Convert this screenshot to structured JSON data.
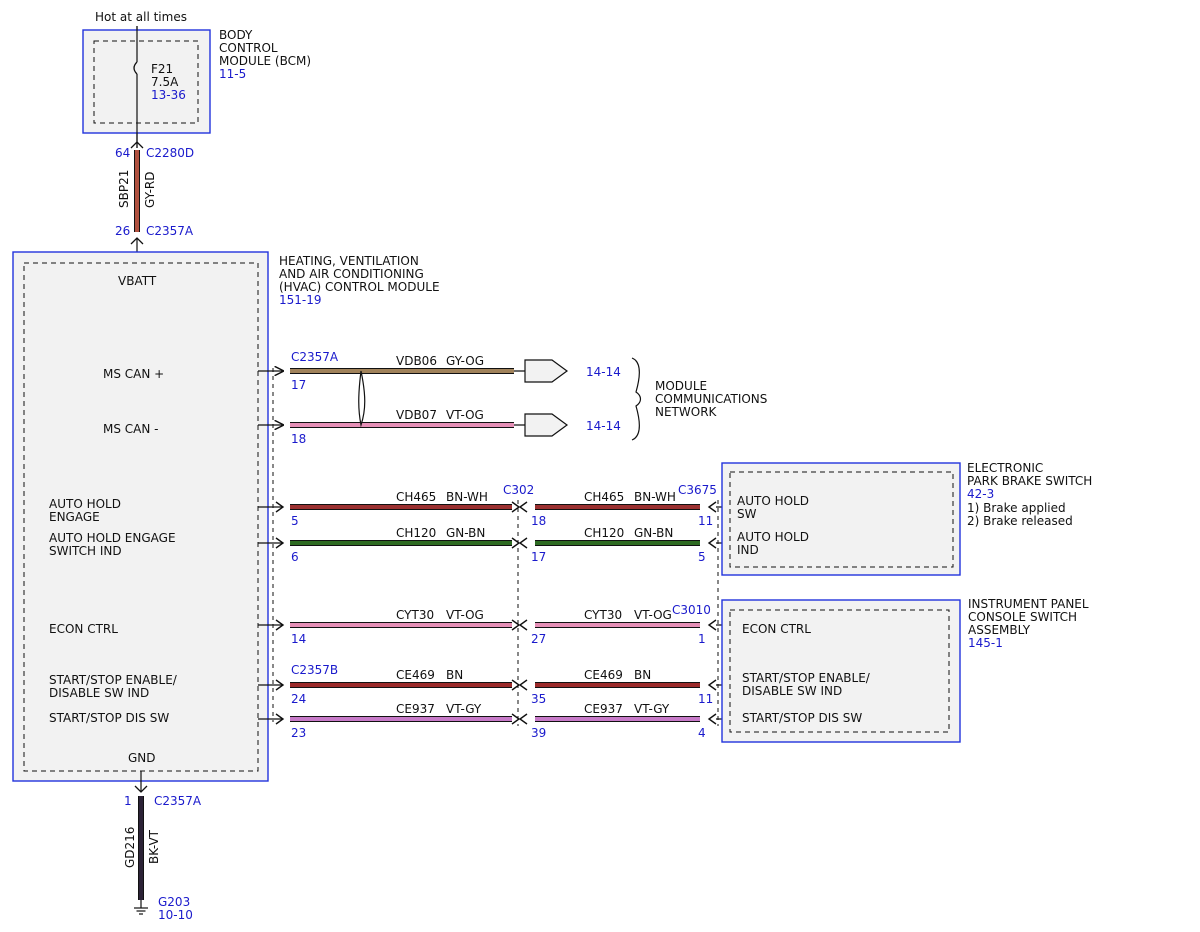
{
  "top": {
    "power": "Hot at all times"
  },
  "bcm": {
    "title": [
      "BODY",
      "CONTROL",
      "MODULE (BCM)"
    ],
    "ref": "11-5",
    "fuse": {
      "name": "F21",
      "rating": "7.5A",
      "ref": "13-36"
    }
  },
  "feed_wire": {
    "pin_top": "64",
    "conn_top": "C2280D",
    "circuit": "SBP21",
    "color": "GY-RD",
    "color_hex": "#b0513f",
    "pin_bottom": "26",
    "conn_bottom": "C2357A"
  },
  "hvac": {
    "title": [
      "HEATING, VENTILATION",
      "AND AIR CONDITIONING",
      "(HVAC) CONTROL MODULE"
    ],
    "ref": "151-19",
    "vbatt": "VBATT",
    "gnd": "GND",
    "pins": {
      "ms_can_plus": "MS CAN +",
      "ms_can_minus": "MS CAN -",
      "auto_hold_engage": [
        "AUTO HOLD",
        "ENGAGE"
      ],
      "auto_hold_engage_ind": [
        "AUTO HOLD ENGAGE",
        "SWITCH IND"
      ],
      "econ_ctrl": "ECON CTRL",
      "ss_enable": [
        "START/STOP ENABLE/",
        "DISABLE SW IND"
      ],
      "ss_dis": "START/STOP DIS SW"
    }
  },
  "can": {
    "conn": "C2357A",
    "wires": [
      {
        "pin": "17",
        "circuit": "VDB06",
        "color": "GY-OG",
        "hex": "#a0825a",
        "ref": "14-14"
      },
      {
        "pin": "18",
        "circuit": "VDB07",
        "color": "VT-OG",
        "hex": "#e58fb6",
        "ref": "14-14"
      }
    ],
    "network": [
      "MODULE",
      "COMMUNICATIONS",
      "NETWORK"
    ]
  },
  "c302": "C302",
  "conn_b": "C2357B",
  "wires": [
    {
      "lpin": "5",
      "circuit": "CH465",
      "color": "BN-WH",
      "mid_l": "18",
      "rpin": "11",
      "hex": "#9b3030"
    },
    {
      "lpin": "6",
      "circuit": "CH120",
      "color": "GN-BN",
      "mid_l": "17",
      "rpin": "5",
      "hex": "#2e6b22"
    },
    {
      "lpin": "14",
      "circuit": "CYT30",
      "color": "VT-OG",
      "mid_l": "27",
      "rpin": "1",
      "hex": "#e58fb6"
    },
    {
      "lpin": "24",
      "circuit": "CE469",
      "color": "BN",
      "mid_l": "35",
      "rpin": "11",
      "hex": "#9b2a2a"
    },
    {
      "lpin": "23",
      "circuit": "CE937",
      "color": "VT-GY",
      "mid_l": "39",
      "rpin": "4",
      "hex": "#c77ac8"
    }
  ],
  "epb": {
    "conn": "C3675",
    "title": [
      "ELECTRONIC",
      "PARK BRAKE SWITCH"
    ],
    "ref": "42-3",
    "notes": [
      "1) Brake applied",
      "2) Brake released"
    ],
    "pin1": [
      "AUTO HOLD",
      "SW"
    ],
    "pin2": [
      "AUTO HOLD",
      "IND"
    ]
  },
  "ipcs": {
    "conn": "C3010",
    "title": [
      "INSTRUMENT PANEL",
      "CONSOLE SWITCH",
      "ASSEMBLY"
    ],
    "ref": "145-1",
    "pin1": "ECON CTRL",
    "pin2": [
      "START/STOP ENABLE/",
      "DISABLE SW IND"
    ],
    "pin3": "START/STOP DIS SW"
  },
  "ground": {
    "pin": "1",
    "conn": "C2357A",
    "circuit": "GD216",
    "color": "BK-VT",
    "hex": "#2b2236",
    "point": "G203",
    "ref": "10-10"
  },
  "colors": {
    "ref_blue": "#1a1acc",
    "box_blue": "#2233dd",
    "fill_gray": "#f2f2f2"
  }
}
